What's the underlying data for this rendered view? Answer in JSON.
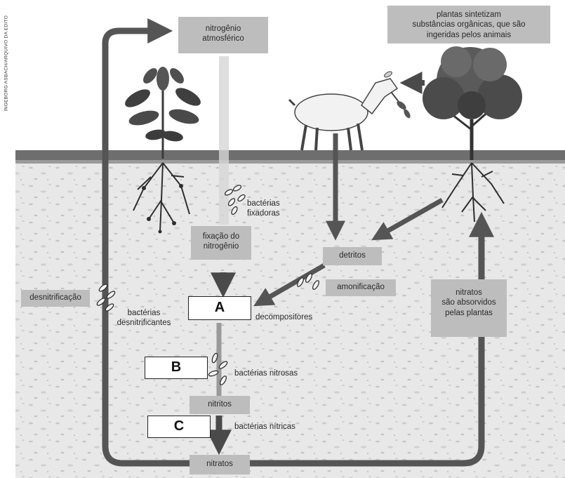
{
  "credit": "INGEBORG ASBACH/ARQUIVO DA EDITO",
  "labels": {
    "atmospheric_nitrogen": "nitrogênio\natmosférico",
    "plants_synthesize": "plantas sintetizam\nsubstâncias orgânicas, que são\ningeridas pelos animais",
    "fixing_bacteria": "bactérias\nfixadoras",
    "nitrogen_fixation": "fixação do\nnitrogênio",
    "detritus": "detritos",
    "ammonification": "amonificação",
    "denitrification": "desnitrificação",
    "denitrifying_bacteria": "bactérias\ndesnitrificantes",
    "decomposers": "decompositores",
    "nitrite_bacteria": "bactérias nitrosas",
    "nitrites": "nitritos",
    "nitrate_bacteria": "bactérias nítricas",
    "nitrates": "nitratos",
    "nitrates_absorbed": "nitratos\nsão absorvidos\npelas plantas"
  },
  "answer_boxes": {
    "a": "A",
    "b": "B",
    "c": "C"
  },
  "colors": {
    "sky": "#ffffff",
    "soil": "#e6e6e6",
    "ground_line": "#4a4a4a",
    "arrow": "#555555",
    "tag_fill": "#bdbdbd"
  }
}
